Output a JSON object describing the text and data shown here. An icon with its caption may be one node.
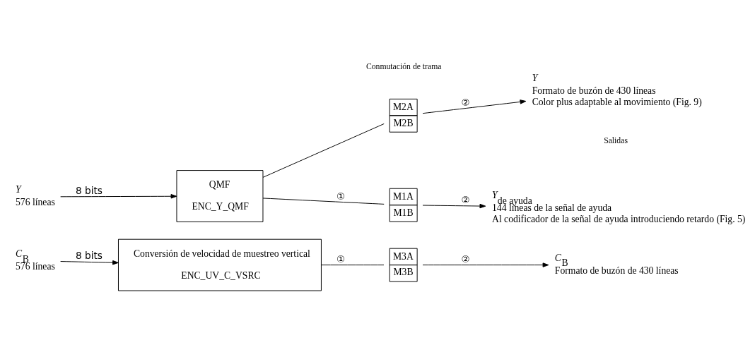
{
  "diagram": {
    "nodes": [
      {
        "text": [
          "*Y*",
          "576 líneas"
        ]
      },
      {
        "text": [
          "QMF",
          "ENC_Y_QMF"
        ]
      },
      {
        "text": [
          "M1A",
          "M1B"
        ]
      },
      {
        "text": [
          "M2A",
          "M2B"
        ]
      },
      {
        "text": [
          "*Y*$_{de ayuda}$"
        ],
        "beside": [
          "144 líneas de la señal de ayuda",
          "Al codificador de la señal de ayuda introduciendo retardo (Fig. 5)"
        ]
      },
      {
        "text": [
          "*Y*"
        ],
        "beside": [
          "Formato de buzón de 430 líneas",
          "Color plus adaptable al movimiento (Fig. 9)"
        ]
      },
      {
        "text": [
          "*C*$_{B}$",
          "576 líneas"
        ]
      },
      {
        "text": [
          "Conversión de velocidad de muestreo vertical",
          "ENC_UV_C_VSRC"
        ]
      },
      {
        "text": [
          "M3A",
          "M3B"
        ]
      },
      {
        "text": [
          "*C*$_{B}$"
        ],
        "beside": [
          "Formato de buzón de 430 líneas"
        ]
      }
    ],
    "edges": [
      {
        "from": 0,
        "to": 1,
        "arrow": "to",
        "label": "8 bits"
      },
      {
        "from": 1,
        "to": 2,
        "arrow": "none",
        "label": "①"
      },
      {
        "from": 1,
        "to": 3,
        "arrow": "none"
      },
      {
        "from": 2,
        "to": 4,
        "arrow": "to",
        "label": "②"
      },
      {
        "from": 3,
        "to": 5,
        "arrow": "to",
        "label": "②"
      },
      {
        "from": 6,
        "to": 7,
        "arrow": "to",
        "label": "8 bits"
      },
      {
        "from": 7,
        "to": 8,
        "arrow": "none",
        "label": "①"
      },
      {
        "from": 8,
        "to": 9,
        "arrow": "to",
        "label": "②"
      }
    ],
    "labels": [
      "Salidas",
      "Conmutación de trama"
    ]
  }
}
